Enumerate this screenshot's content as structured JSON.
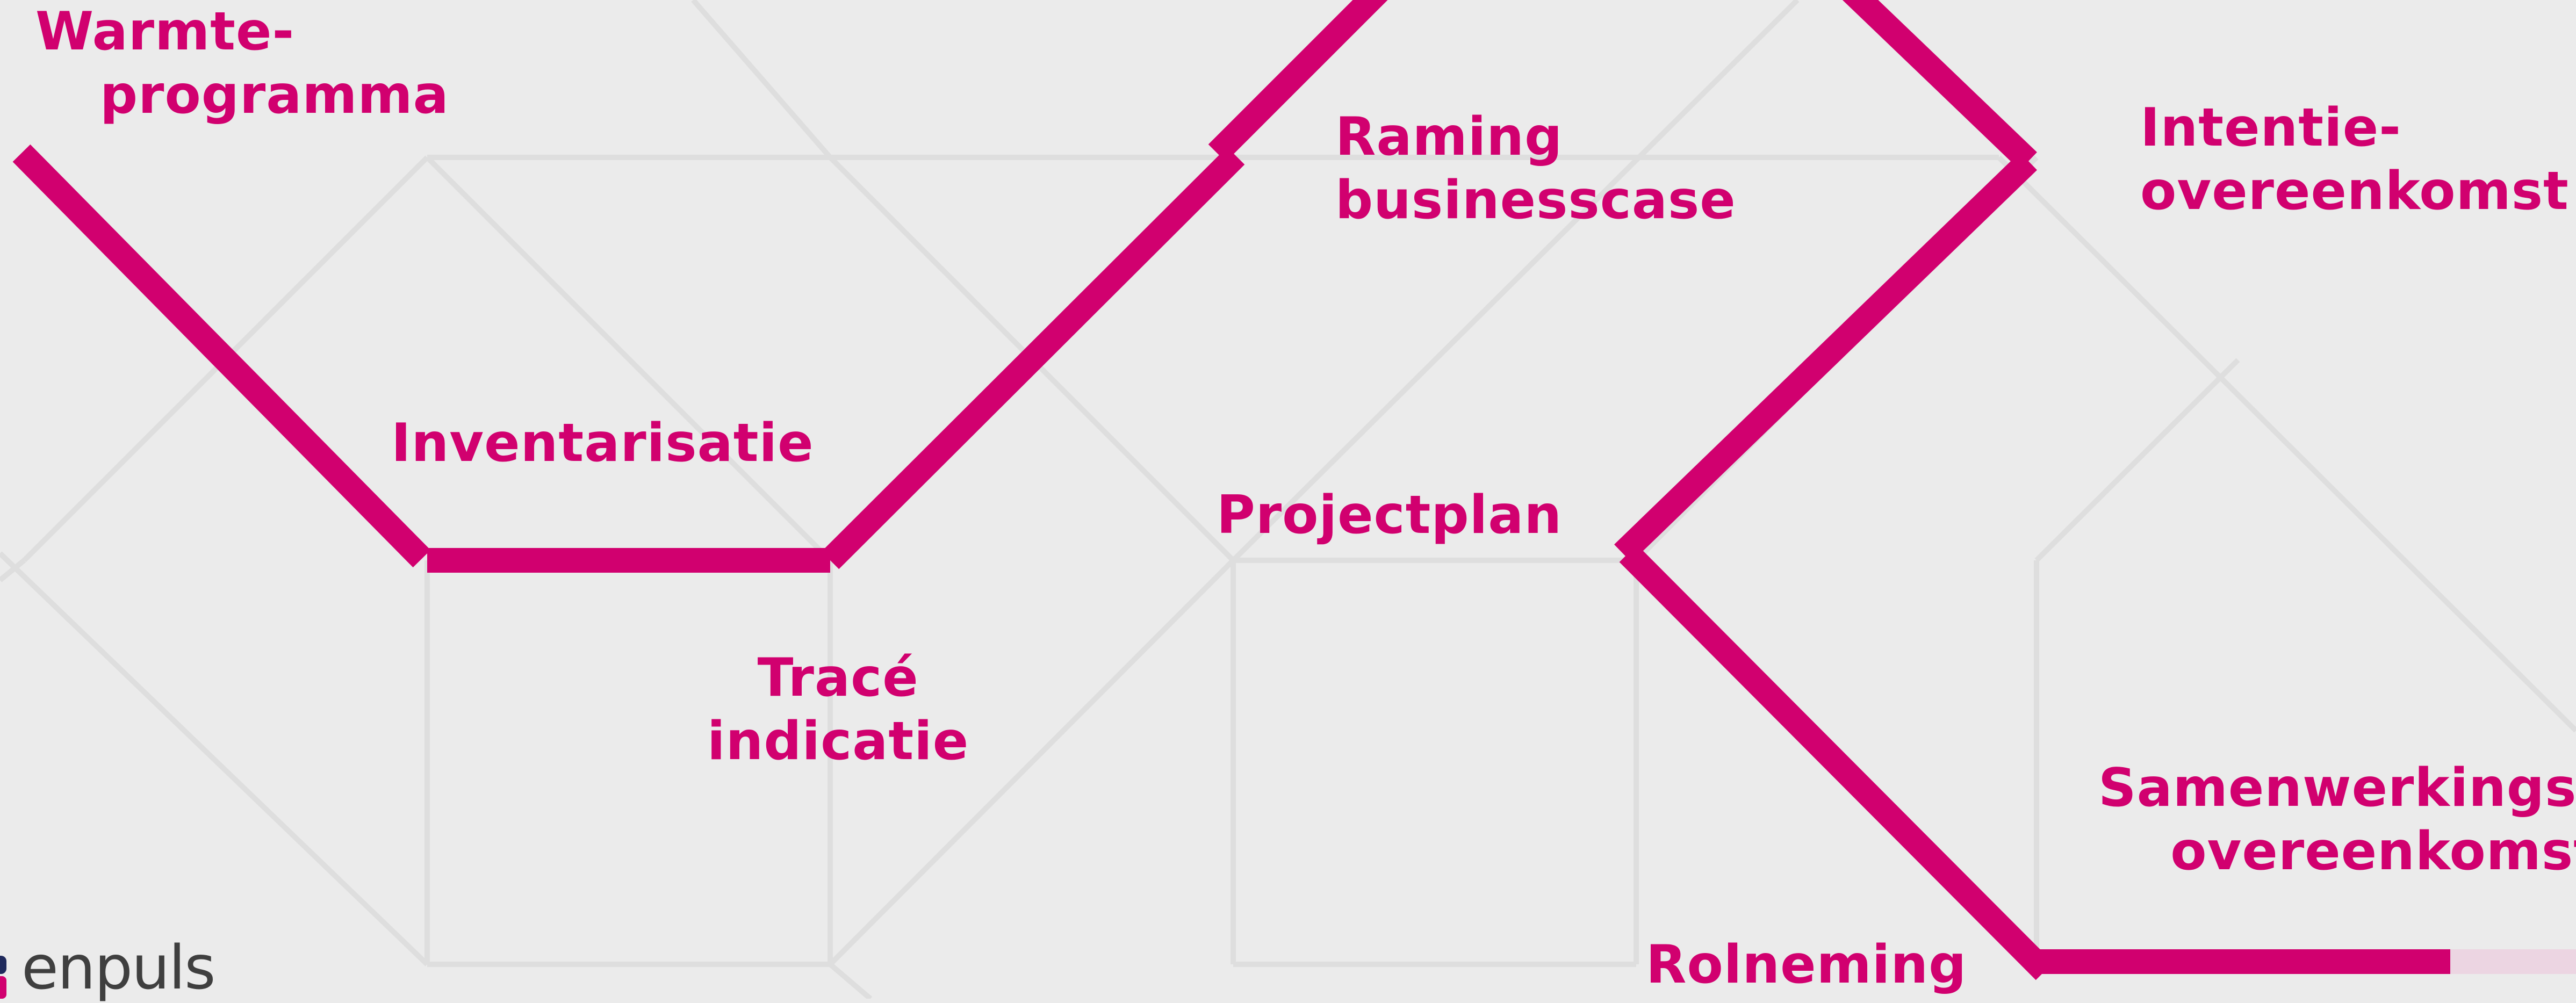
{
  "colors": {
    "background": "#ebebeb",
    "grid_line": "#dedede",
    "path": "#d1006f",
    "path_light": "#ecd5e2",
    "text": "#d1006f",
    "logo_text": "#3f3f3f",
    "logo_mark_top": "#1f2a5c",
    "logo_mark_bottom": "#d1006f"
  },
  "steps": [
    {
      "id": "warmteprogramma",
      "lines": [
        "Warmte-",
        "programma"
      ]
    },
    {
      "id": "inventarisatie",
      "lines": [
        "Inventarisatie"
      ]
    },
    {
      "id": "trace-indicatie",
      "lines": [
        "Tracé",
        "indicatie"
      ]
    },
    {
      "id": "raming-businesscase",
      "lines": [
        "Raming",
        "businesscase"
      ]
    },
    {
      "id": "projectplan",
      "lines": [
        "Projectplan"
      ]
    },
    {
      "id": "rolneming",
      "lines": [
        "Rolneming"
      ]
    },
    {
      "id": "intentie-overeenkomst",
      "lines": [
        "Intentie-",
        "overeenkomst"
      ]
    },
    {
      "id": "samenwerkings-overeenkomst",
      "lines": [
        "Samenwerkings-",
        "overeenkomst"
      ]
    }
  ],
  "logo": {
    "text": "enpuls"
  }
}
